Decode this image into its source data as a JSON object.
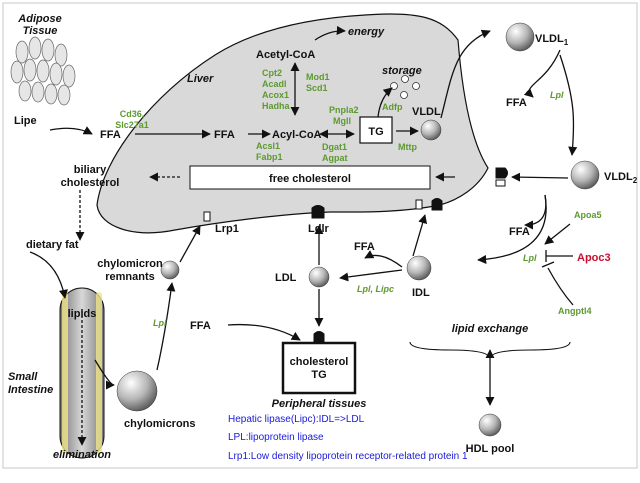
{
  "labels": {
    "adipose_tissue": [
      "Adipose",
      "Tissue"
    ],
    "lipe": "Lipe",
    "ffa": "FFA",
    "cd36": [
      "Cd36,",
      "Slc27a1"
    ],
    "liver": "Liver",
    "acetyl_coa": "Acetyl-CoA",
    "energy": "energy",
    "cpt_genes": [
      "Cpt2",
      "Acadl",
      "Acox1",
      "Hadha"
    ],
    "mod_genes": [
      "Mod1",
      "Scd1"
    ],
    "storage": "storage",
    "adfp": "Adfp",
    "pnpla_genes": [
      "Pnpla2",
      "Mgll"
    ],
    "dgat_genes": [
      "Dgat1",
      "Agpat"
    ],
    "mttp": "Mttp",
    "vldl": "VLDL",
    "acyl_coa": "Acyl-CoA",
    "acsl_genes": [
      "Acsl1",
      "Fabp1"
    ],
    "tg": "TG",
    "free_cholesterol": "free cholesterol",
    "biliary_cholesterol": [
      "biliary",
      "cholesterol"
    ],
    "lrp1": "Lrp1",
    "ldlr": "Ldlr",
    "vldl1": "VLDL",
    "vldl1_sub": "1",
    "vldl2": "VLDL",
    "vldl2_sub": "2",
    "lpl": "Lpl",
    "apoa5": "Apoa5",
    "apoc3": "Apoc3",
    "angptl4": "Angptl4",
    "dietary_fat": "dietary fat",
    "lipids": "lipids",
    "small_intestine": [
      "Small",
      "Intestine"
    ],
    "elimination": "elimination",
    "chylomicron_remnants": [
      "chylomicron",
      "remnants"
    ],
    "chylomicrons": "chylomicrons",
    "ldl": "LDL",
    "lpl_lipc": "Lpl, Lipc",
    "idl": "IDL",
    "lipid_exchange": "lipid exchange",
    "hdl_pool": "HDL pool",
    "peripheral_box": [
      "cholesterol",
      "TG"
    ],
    "peripheral_tissues": "Peripheral tissues"
  },
  "legend": [
    "Hepatic lipase(Lipc):IDL=>LDL",
    "LPL:lipoprotein lipase",
    "Lrp1:Low density lipoprotein receptor-related protein 1"
  ],
  "colors": {
    "gene": "#5c9a2e",
    "inhibitor": "#c8102e",
    "liver_fill": "#d9d9d9",
    "legend_text": "#1a1ad8"
  }
}
